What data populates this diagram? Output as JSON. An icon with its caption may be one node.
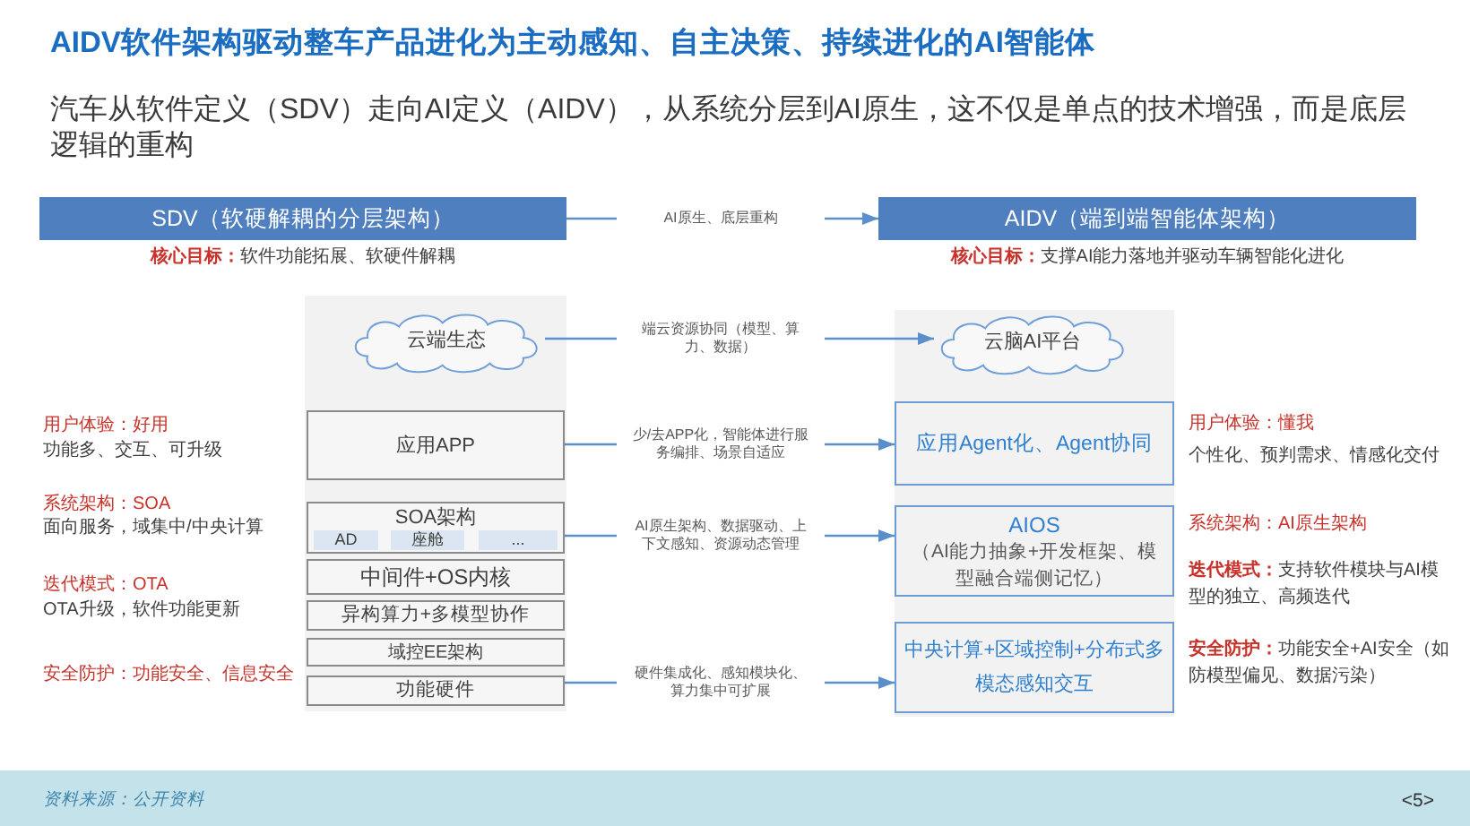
{
  "diagram": {
    "title": "AIDV软件架构驱动整车产品进化为主动感知、自主决策、持续进化的AI智能体",
    "nodes": [
      {
        "text": [
          "SDV（软硬解耦的分层架构）"
        ]
      },
      {
        "text": [
          "AIDV（端到端智能体架构）"
        ]
      },
      {
        "text": [
          "云端生态"
        ]
      },
      {
        "text": [
          "云脑AI平台"
        ]
      },
      {
        "text": [
          "应用APP"
        ]
      },
      {
        "text": [
          "应用Agent化、Agent协同"
        ]
      },
      {
        "text": [
          "SOA架构"
        ]
      },
      {
        "text": [
          "AD"
        ],
        "in": 6
      },
      {
        "text": [
          "座舱"
        ],
        "in": 6
      },
      {
        "text": [
          "..."
        ],
        "in": 6
      },
      {
        "text": [
          "AIOS",
          "（AI能力抽象+开发框架、模型融合端侧记忆）"
        ]
      },
      {
        "text": [
          "中间件+OS内核"
        ]
      },
      {
        "text": [
          "异构算力+多模型协作"
        ]
      },
      {
        "text": [
          "域控EE架构"
        ]
      },
      {
        "text": [
          "功能硬件"
        ]
      },
      {
        "text": [
          "中央计算+区域控制+分布式多模态感知交互"
        ]
      }
    ],
    "edges": [
      {
        "from": 0,
        "to": 1,
        "arrow": "to",
        "label": "AI原生、底层重构"
      },
      {
        "from": 2,
        "to": 3,
        "arrow": "to",
        "label": "端云资源协同（模型、算力、数据）"
      },
      {
        "from": 4,
        "to": 5,
        "arrow": "to",
        "label": "少/去APP化，智能体进行服务编排、场景自适应"
      },
      {
        "from": 6,
        "to": 10,
        "arrow": "to",
        "label": "AI原生架构、数据驱动、上下文感知、资源动态管理"
      },
      {
        "from": 14,
        "to": 15,
        "arrow": "to",
        "label": "硬件集成化、感知模块化、算力集中可扩展"
      }
    ],
    "labels": [
      "汽车从软件定义（SDV）走向AI定义（AIDV），从系统分层到AI原生，这不仅是单点的技术增强，而是底层逻辑的重构",
      "**核心目标：**软件功能拓展、软硬件解耦",
      "**核心目标：**支撑AI能力落地并驱动车辆智能化进化",
      "用户体验：好用",
      "功能多、交互、可升级",
      "用户体验：懂我",
      "个性化、预判需求、情感化交付",
      "系统架构：SOA",
      "系统架构：AI原生架构",
      "面向服务，域集中/中央计算",
      "迭代模式：OTA",
      "OTA升级，软件功能更新",
      "**迭代模式：**支持软件模块与AI模型的独立、高频迭代",
      "安全防护：功能安全、信息安全",
      "**安全防护：**功能安全+AI安全（如防模型偏见、数据污染）",
      "资料来源：公开资料",
      "<5>"
    ]
  }
}
